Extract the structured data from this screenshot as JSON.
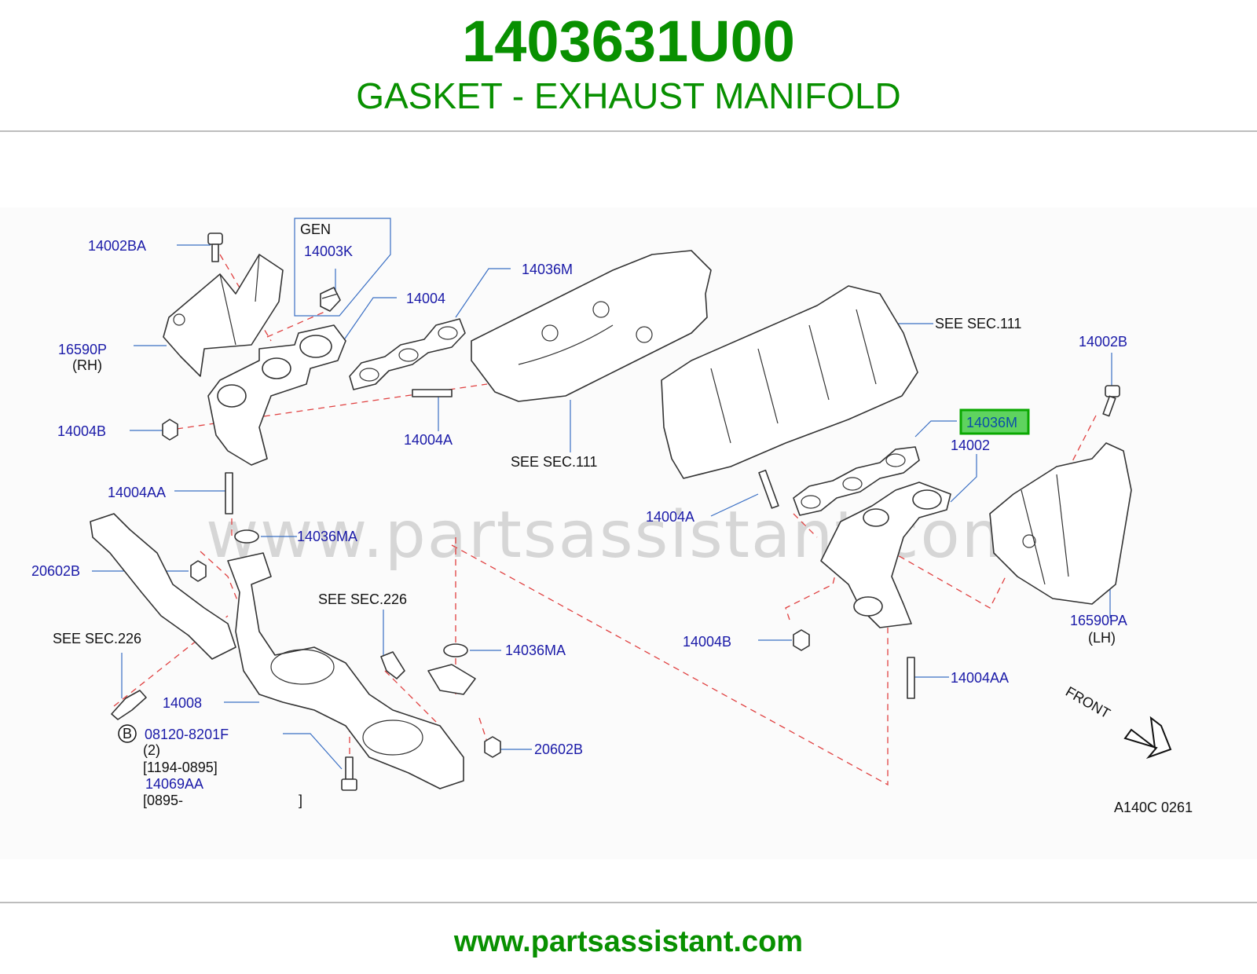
{
  "header": {
    "part_number": "1403631U00",
    "part_name": "GASKET - EXHAUST MANIFOLD"
  },
  "watermark": "www.partsassistant.com",
  "footer": {
    "url": "www.partsassistant.com"
  },
  "gen_box": {
    "label": "GEN"
  },
  "callouts": {
    "c14002BA": "14002BA",
    "c14003K": "14003K",
    "c14004_top": "14004",
    "c14036M_top": "14036M",
    "c16590P": "16590P",
    "c16590P_sub": "(RH)",
    "c14004B_left": "14004B",
    "c14004A_left": "14004A",
    "c14004AA_left": "14004AA",
    "c14036MA_left": "14036MA",
    "c20602B_left": "20602B",
    "c14008": "14008",
    "c08120": "08120-8201F",
    "c08120_qty": "(2)",
    "c08120_range": "[1194-0895]",
    "c14069AA": "14069AA",
    "c14069AA_range_open": "[0895-",
    "c14069AA_range_close": "]",
    "circle_b": "B",
    "c14036MA_right": "14036MA",
    "c20602B_right": "20602B",
    "c14002B": "14002B",
    "c14036M_hl": "14036M",
    "c14002": "14002",
    "c14004A_right": "14004A",
    "c16590PA": "16590PA",
    "c16590PA_sub": "(LH)",
    "c14004B_right": "14004B",
    "c14004AA_right": "14004AA"
  },
  "notes": {
    "see_sec111_top": "SEE   SEC.111",
    "see_sec111_mid": "SEE   SEC.111",
    "see_sec226_mid": "SEE   SEC.226",
    "see_sec226_left": "SEE   SEC.226",
    "front": "FRONT",
    "ref_code": "A140C   0261"
  },
  "colors": {
    "brand_green": "#089000",
    "callout_blue": "#1a1aa8",
    "dashed_red": "#e04040",
    "highlight_green": "#5fd35f"
  }
}
